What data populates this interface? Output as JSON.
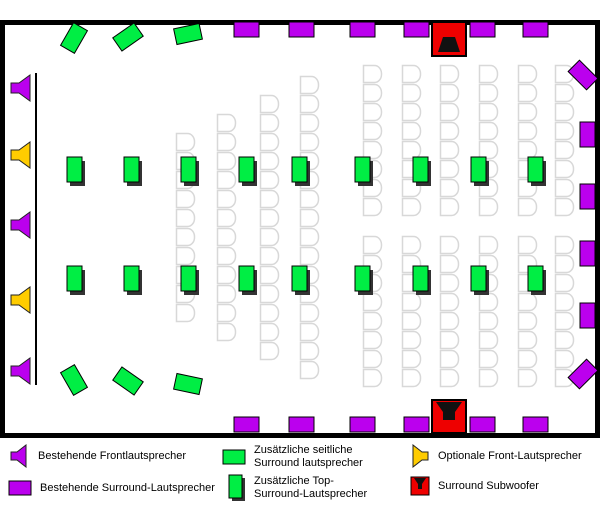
{
  "colors": {
    "purple": "#bb00ee",
    "yellow": "#ffcc00",
    "green": "#00ee44",
    "red": "#ee0000",
    "seat": "#d8d8d8"
  },
  "legend": [
    {
      "label": "Bestehende Frontlautsprecher",
      "icon": "front-speaker-purple-icon"
    },
    {
      "label": "Zusätzliche seitliche Surround lautsprecher",
      "icon": "side-surround-speaker-icon"
    },
    {
      "label": "Optionale Front-Lautsprecher",
      "icon": "front-speaker-yellow-icon"
    },
    {
      "label": "Bestehende Surround-Lautsprecher",
      "icon": "surround-speaker-icon"
    },
    {
      "label": "Zusätzliche Top-Surround-Lautsprecher",
      "icon": "top-surround-speaker-icon"
    },
    {
      "label": "Surround Subwoofer",
      "icon": "subwoofer-icon"
    }
  ]
}
